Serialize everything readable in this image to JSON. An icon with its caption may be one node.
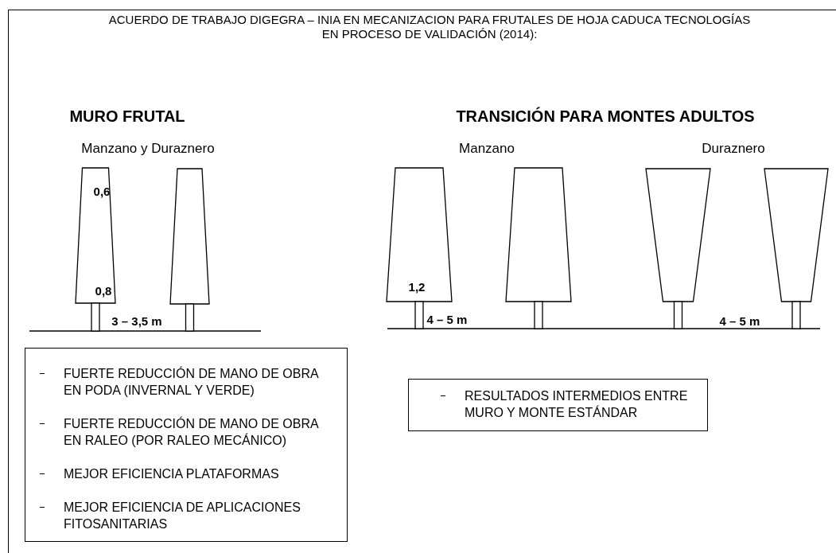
{
  "diagram": {
    "title": "ACUERDO DE TRABAJO DIGEGRA – INIA EN MECANIZACION PARA FRUTALES DE HOJA CADUCA TECNOLOGÍAS EN PROCESO DE VALIDACIÓN (2014):",
    "nodes": [
      {
        "text": [
          "0,6",
          "0,8"
        ]
      },
      {
        "text": [],
        "shape": "trapezoid"
      },
      {
        "text": [
          "1,2"
        ]
      },
      {
        "text": [],
        "shape": "trapezoid"
      },
      {
        "text": [],
        "shape": "trapezoid"
      },
      {
        "text": [],
        "shape": "trapezoid"
      },
      {
        "text": [
          "FUERTE REDUCCIÓN DE MANO DE OBRA EN PODA (INVERNAL Y VERDE)",
          "FUERTE REDUCCIÓN DE MANO DE OBRA EN RALEO (POR RALEO MECÁNICO)",
          "MEJOR EFICIENCIA PLATAFORMAS",
          "MEJOR EFICIENCIA DE APLICACIONES FITOSANITARIAS"
        ]
      },
      {
        "text": [
          "RESULTADOS INTERMEDIOS ENTRE MURO Y MONTE ESTÁNDAR"
        ]
      }
    ],
    "labels": [
      "MURO FRUTAL",
      "TRANSICIÓN PARA MONTES ADULTOS",
      "Manzano y Duraznero",
      "Manzano",
      "Duraznero",
      "3 – 3,5 m",
      "4 – 5 m",
      "4 – 5 m"
    ]
  }
}
